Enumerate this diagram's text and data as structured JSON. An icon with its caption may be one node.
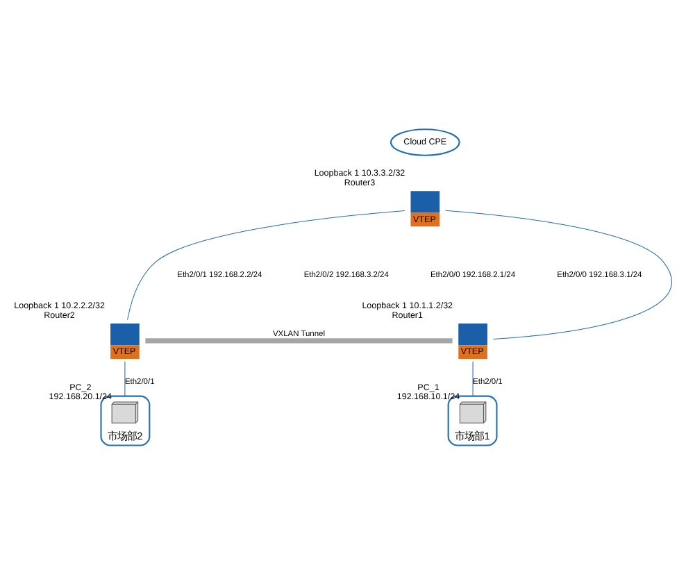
{
  "diagram": {
    "nodes": [
      {
        "text": [
          "Cloud CPE"
        ]
      },
      {
        "text": [
          "VTEP"
        ],
        "beside": [
          "Loopback 1 10.3.3.2/32",
          "Router3"
        ]
      },
      {
        "text": [
          "VTEP"
        ],
        "beside": [
          "Loopback 1 10.1.1.2/32",
          "Router1"
        ]
      },
      {
        "text": [
          "VTEP"
        ],
        "beside": [
          "Loopback 1 10.2.2.2/32",
          "Router2"
        ]
      },
      {
        "text": [
          "市场部1"
        ]
      },
      {
        "text": [],
        "shape": "computer",
        "in": 4,
        "beside": [
          "PC_1",
          "192.168.10.1/24"
        ]
      },
      {
        "text": [
          "市场部2"
        ]
      },
      {
        "text": [],
        "shape": "computer",
        "in": 6,
        "beside": [
          "PC_2",
          "192.168.20.1/24"
        ]
      }
    ],
    "edges": [
      {
        "from": 1,
        "to": 2,
        "arrow": "none"
      },
      {
        "from": 1,
        "to": 3,
        "arrow": "none"
      },
      {
        "from": 2,
        "to": 3,
        "arrow": "none",
        "label": "VXLAN Tunnel",
        "style": "thick",
        "color": "#a6a6a6"
      },
      {
        "from": 2,
        "to": 4,
        "arrow": "none",
        "label": "Eth2/0/1"
      },
      {
        "from": 3,
        "to": 6,
        "arrow": "none",
        "label": "Eth2/0/1"
      }
    ],
    "labels": [
      "Eth2/0/1 192.168.2.2/24",
      "Eth2/0/2 192.168.3.2/24",
      "Eth2/0/0 192.168.2.1/24",
      "Eth2/0/0 192.168.3.1/24"
    ]
  }
}
